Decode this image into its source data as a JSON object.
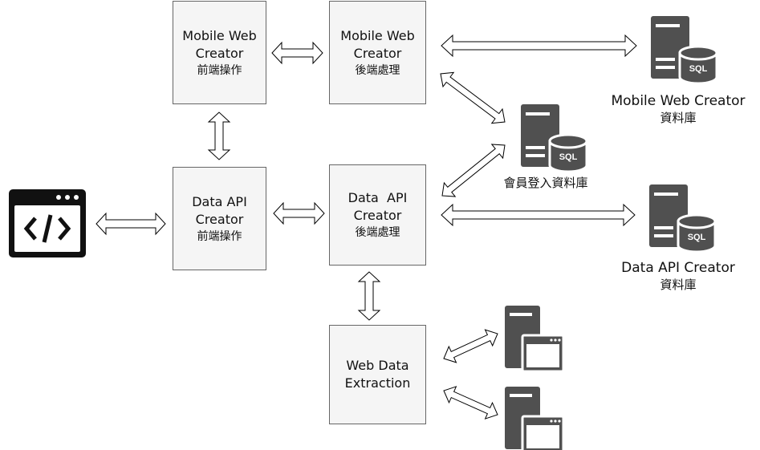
{
  "boxes": {
    "mwc_front": {
      "line1": "Mobile Web",
      "line2": "Creator",
      "line3": "前端操作"
    },
    "mwc_back": {
      "line1": "Mobile Web",
      "line2": "Creator",
      "line3": "後端處理"
    },
    "dac_front": {
      "line1": "Data API",
      "line2": "Creator",
      "line3": "前端操作"
    },
    "dac_back": {
      "line1": "Data  API",
      "line2": "Creator",
      "line3": "後端處理"
    },
    "wde": {
      "line1": "Web Data",
      "line2": "Extraction"
    }
  },
  "databases": {
    "mwc_db": {
      "title": "Mobile Web Creator",
      "subtitle": "資料庫"
    },
    "member_db": {
      "title": "會員登入資料庫"
    },
    "dac_db": {
      "title": "Data API Creator",
      "subtitle": "資料庫"
    }
  },
  "icons": {
    "code_window": "code-window-icon",
    "sql_server": "sql-database-server-icon",
    "web_server": "web-server-icon",
    "sql_label": "SQL"
  },
  "colors": {
    "box_fill": "#f5f5f5",
    "box_border": "#666666",
    "icon_dark": "#505050",
    "code_window": "#111111"
  }
}
